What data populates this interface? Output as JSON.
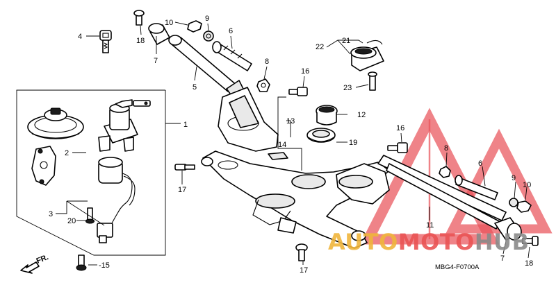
{
  "labels": {
    "p1": "1",
    "p2": "2",
    "p3": "3",
    "p4": "4",
    "p5": "5",
    "p6": "6",
    "p6b": "6",
    "p7": "7",
    "p7b": "7",
    "p8": "8",
    "p8b": "8",
    "p9": "9",
    "p9b": "9",
    "p10": "10",
    "p10b": "10",
    "p11": "11",
    "p12": "12",
    "p13": "13",
    "p14": "14",
    "p15": "15",
    "p16": "16",
    "p16b": "16",
    "p17": "17",
    "p17b": "17",
    "p18": "18",
    "p18b": "18",
    "p19": "19",
    "p20": "20",
    "p21": "21",
    "p22": "22",
    "p23": "23"
  },
  "diagram_code": "MBG4-F0700A",
  "front_marker": "FR.",
  "watermark": {
    "part1": "AUTO",
    "part2": "MOTO",
    "part3": "HUB",
    "colors": {
      "triangle": "#e9535a",
      "auto": "#f0b53c",
      "moto": "#ea5454",
      "hub": "#8a8a8a"
    }
  }
}
